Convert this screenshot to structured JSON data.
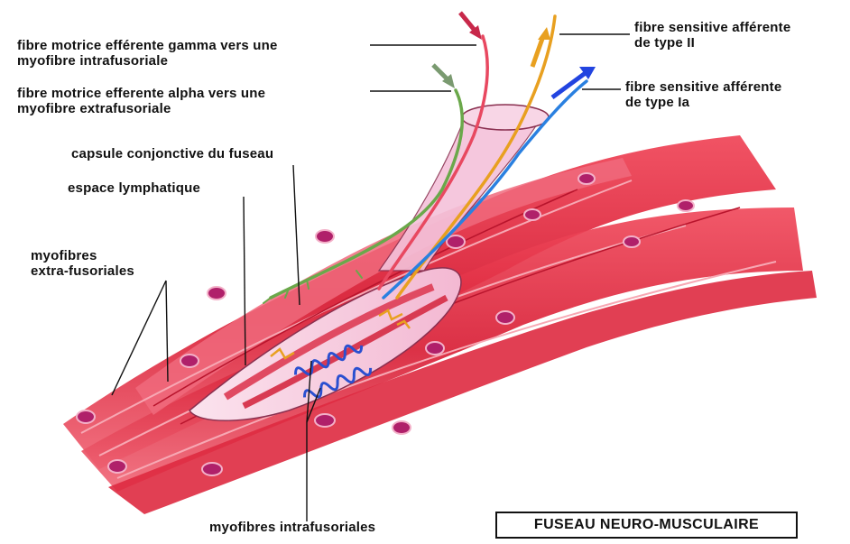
{
  "title": "FUSEAU NEURO-MUSCULAIRE",
  "labels": {
    "gamma_line1": "fibre motrice efférente gamma vers une",
    "gamma_line2": "myofibre intrafusoriale",
    "alpha_line1": "fibre motrice efferente alpha vers une",
    "alpha_line2": "myofibre extrafusoriale",
    "type2_line1": "fibre sensitive afférente",
    "type2_line2": "de type II",
    "type1a_line1": "fibre sensitive afférente",
    "type1a_line2": "de type Ia",
    "capsule": "capsule conjonctive du fuseau",
    "lymph": "espace lymphatique",
    "extra_line1": "myofibres",
    "extra_line2": "extra-fusoriales",
    "intra": "myofibres intrafusoriales"
  },
  "colors": {
    "muscle": "#e0283c",
    "muscle_light": "#f27a88",
    "nucleus": "#b8206e",
    "capsule": "#f6c8dc",
    "gamma_fiber": "#e0405a",
    "alpha_fiber": "#6aa84a",
    "type2_fiber": "#e8a020",
    "type1a_fiber": "#2a7fe0"
  }
}
